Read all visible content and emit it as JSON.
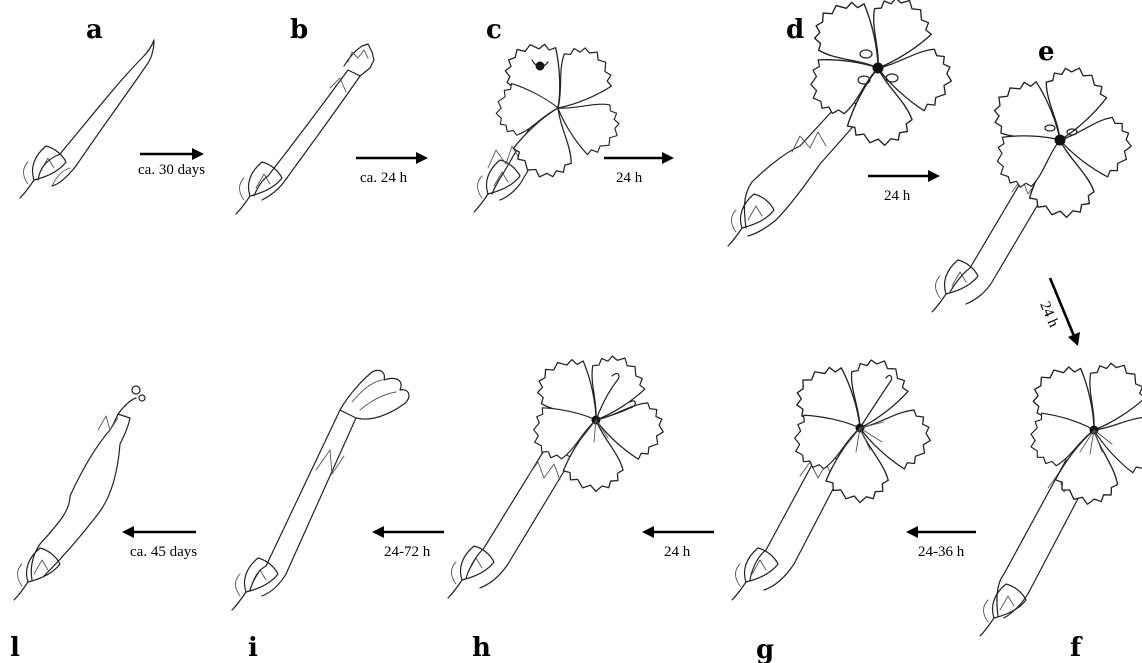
{
  "figure": {
    "stages": [
      {
        "id": "a",
        "label": "a"
      },
      {
        "id": "b",
        "label": "b"
      },
      {
        "id": "c",
        "label": "c"
      },
      {
        "id": "d",
        "label": "d"
      },
      {
        "id": "e",
        "label": "e"
      },
      {
        "id": "f",
        "label": "f"
      },
      {
        "id": "g",
        "label": "g"
      },
      {
        "id": "h",
        "label": "h"
      },
      {
        "id": "i",
        "label": "i"
      },
      {
        "id": "l",
        "label": "l"
      }
    ],
    "transitions": [
      {
        "from": "a",
        "to": "b",
        "label": "ca. 30 days"
      },
      {
        "from": "b",
        "to": "c",
        "label": "ca. 24 h"
      },
      {
        "from": "c",
        "to": "d",
        "label": "24 h"
      },
      {
        "from": "d",
        "to": "e",
        "label": "24 h"
      },
      {
        "from": "e",
        "to": "f",
        "label": "24 h"
      },
      {
        "from": "f",
        "to": "g",
        "label": "24-36 h"
      },
      {
        "from": "g",
        "to": "h",
        "label": "24 h"
      },
      {
        "from": "h",
        "to": "i",
        "label": "24-72 h"
      },
      {
        "from": "i",
        "to": "l",
        "label": "ca. 45 days"
      }
    ]
  }
}
